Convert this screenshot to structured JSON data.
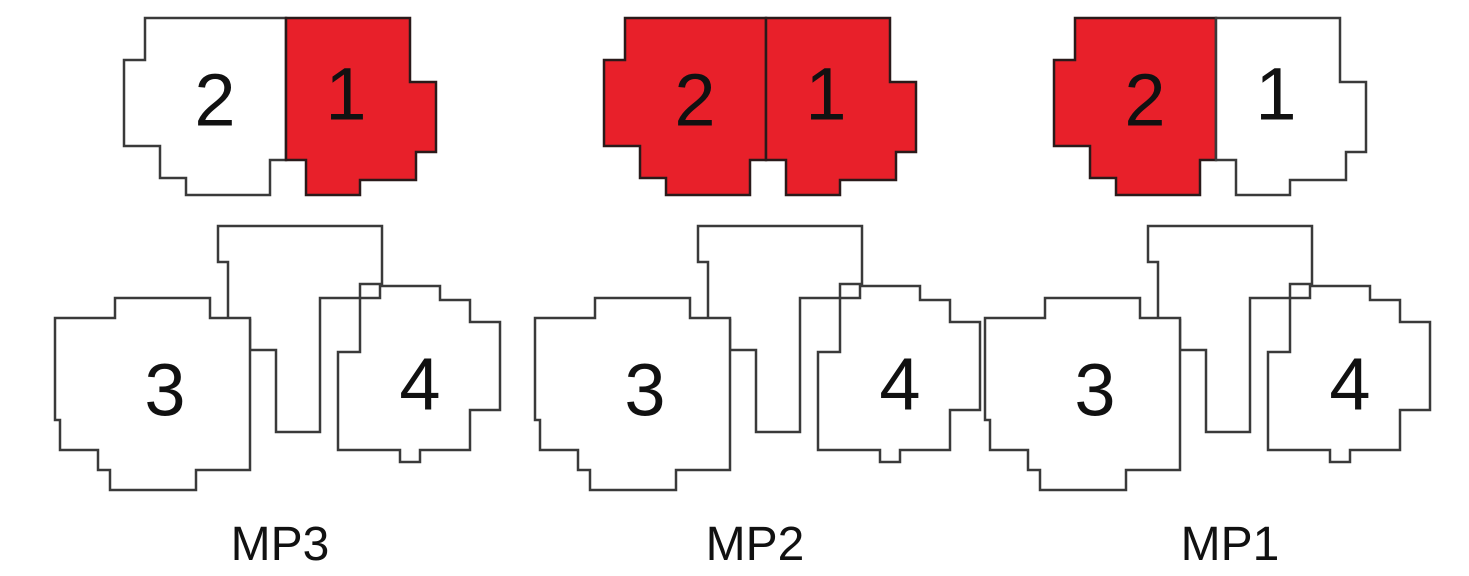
{
  "colors": {
    "highlight": "#e8202a",
    "outline": "#3a3a3a",
    "background": "#ffffff"
  },
  "plans": [
    {
      "label": "MP3",
      "units": [
        {
          "number": "2",
          "highlighted": false
        },
        {
          "number": "1",
          "highlighted": true
        },
        {
          "number": "3",
          "highlighted": false
        },
        {
          "number": "4",
          "highlighted": false
        }
      ]
    },
    {
      "label": "MP2",
      "units": [
        {
          "number": "2",
          "highlighted": true
        },
        {
          "number": "1",
          "highlighted": true
        },
        {
          "number": "3",
          "highlighted": false
        },
        {
          "number": "4",
          "highlighted": false
        }
      ]
    },
    {
      "label": "MP1",
      "units": [
        {
          "number": "2",
          "highlighted": true
        },
        {
          "number": "1",
          "highlighted": false
        },
        {
          "number": "3",
          "highlighted": false
        },
        {
          "number": "4",
          "highlighted": false
        }
      ]
    }
  ]
}
